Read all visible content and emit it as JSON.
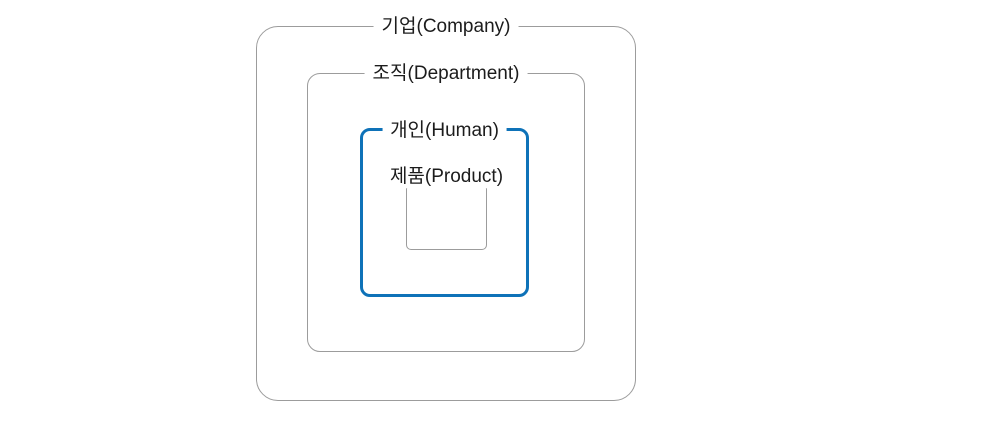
{
  "diagram": {
    "type": "nested-boxes",
    "description": "Concentric rounded rectangles showing containment hierarchy from company down to product",
    "layers": [
      {
        "id": "company",
        "label": "기업(Company)",
        "depth": 1,
        "accent": false
      },
      {
        "id": "department",
        "label": "조직(Department)",
        "depth": 2,
        "accent": false
      },
      {
        "id": "human",
        "label": "개인(Human)",
        "depth": 3,
        "accent": true
      },
      {
        "id": "product",
        "label": "제품(Product)",
        "depth": 4,
        "accent": false
      }
    ],
    "colors": {
      "border_gray": "#9c9c9c",
      "accent_blue": "#0e72b8",
      "text": "#1c1c1c",
      "background": "#ffffff"
    }
  }
}
